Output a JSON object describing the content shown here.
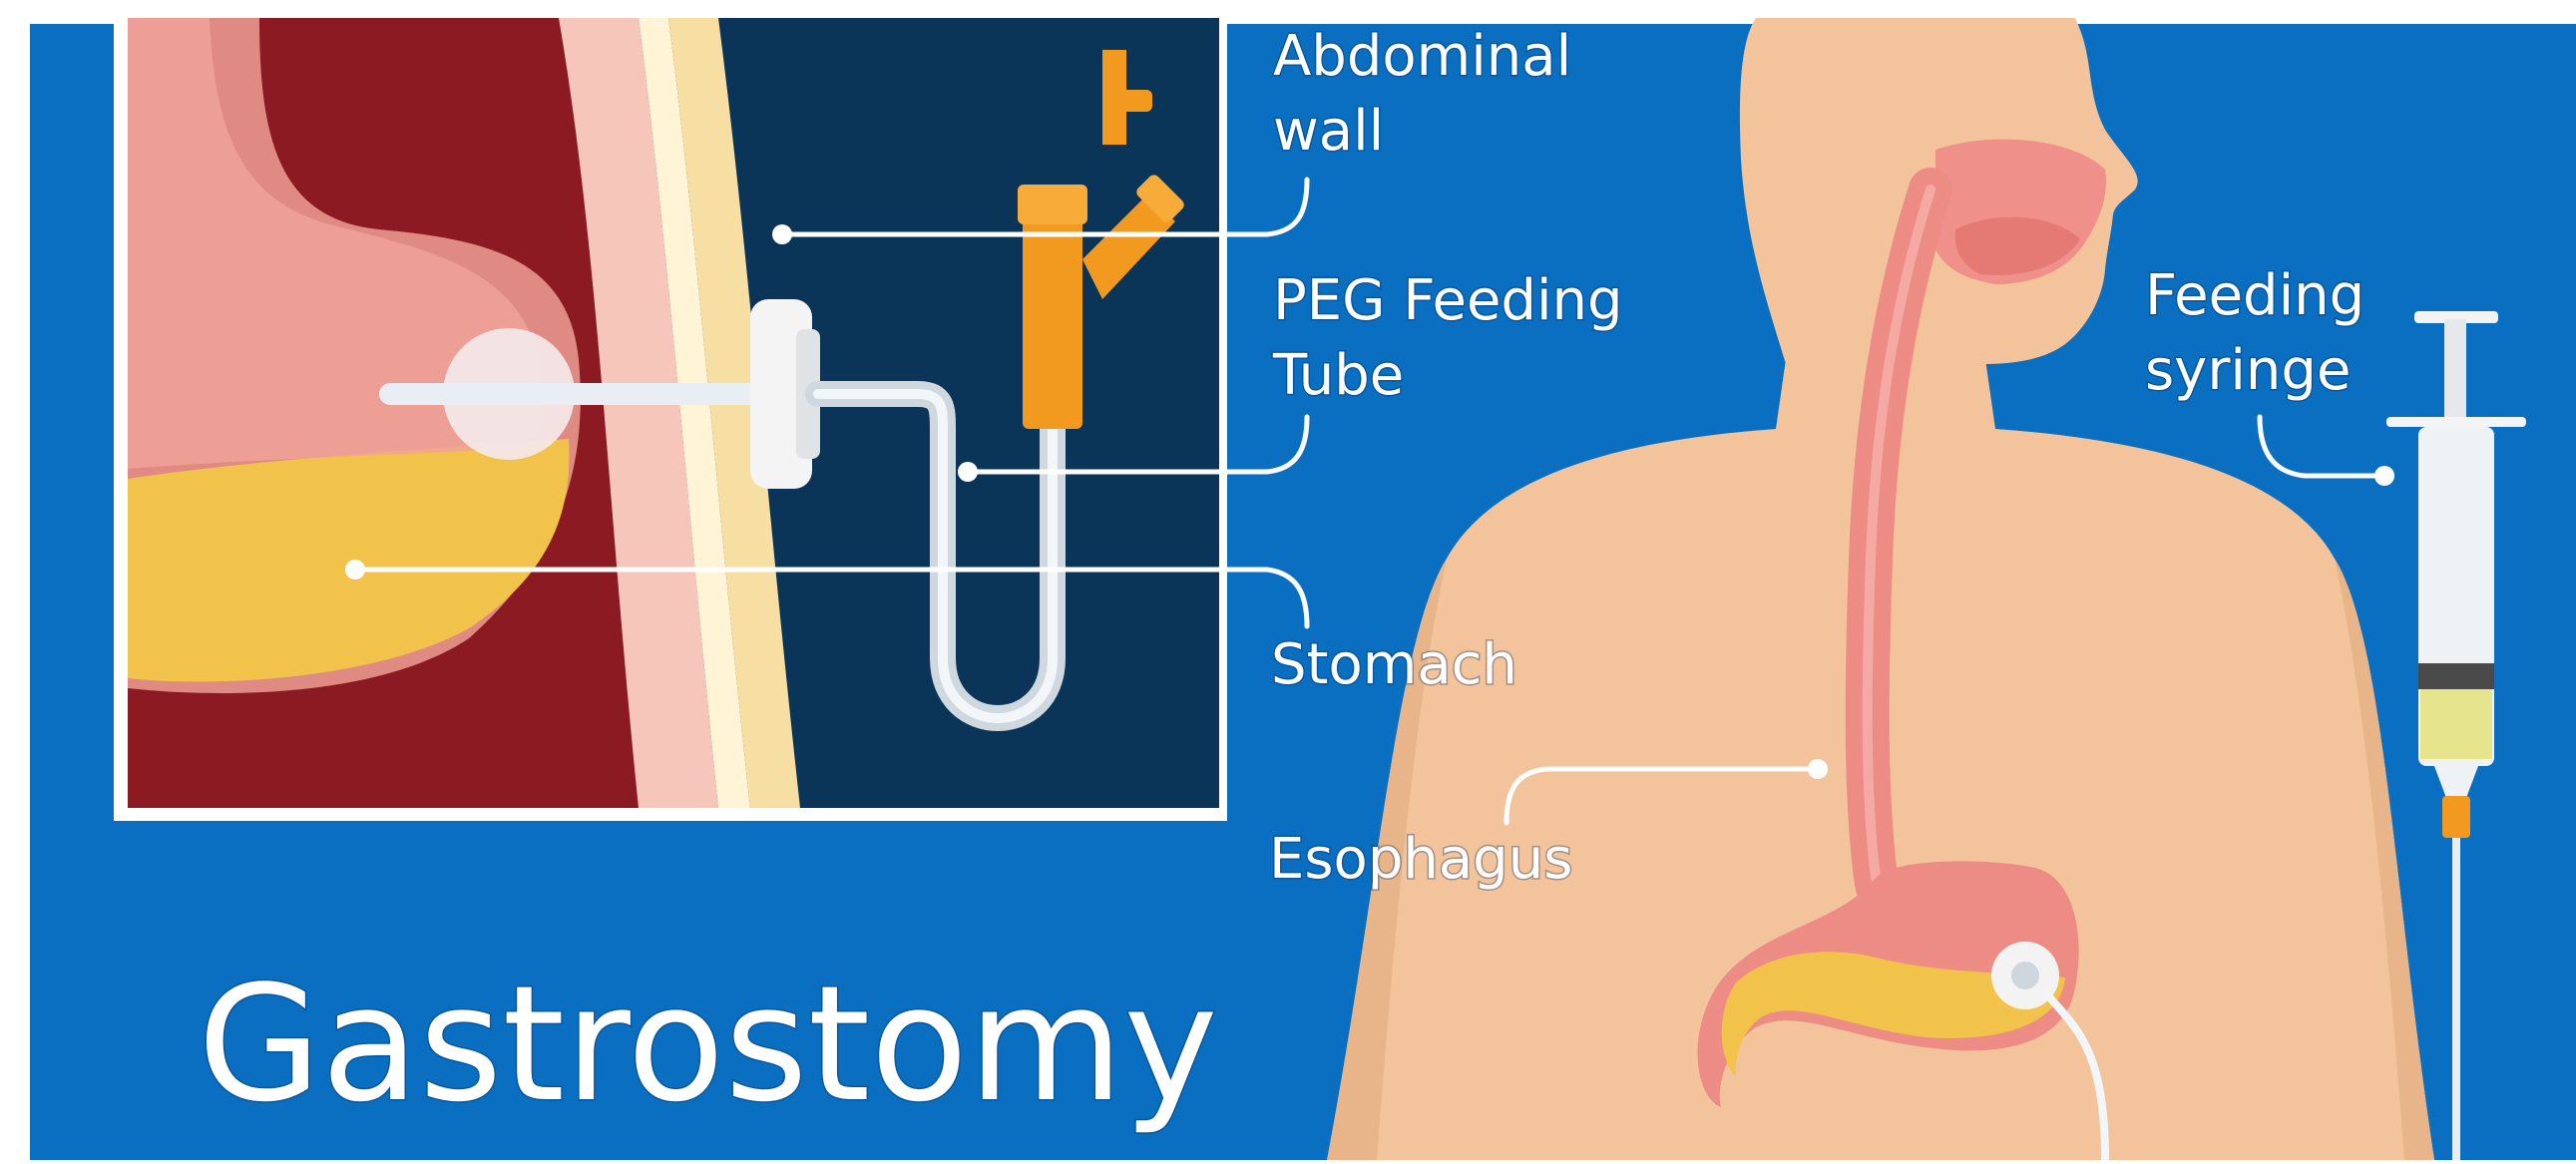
{
  "title": "Gastrostomy",
  "labels": {
    "abdominal_wall": [
      "Abdominal",
      "wall"
    ],
    "peg_tube": [
      "PEG Feeding",
      "Tube"
    ],
    "stomach": "Stomach",
    "esophagus": "Esophagus",
    "syringe": [
      "Feeding",
      "syringe"
    ]
  },
  "colors": {
    "background": "#0a6fc0",
    "inset_dark": "#0b3558",
    "tissue_dark": "#8c1a22",
    "skin": "#f3c49b",
    "esophagus_pink": "#ec8c84",
    "stomach_yellow": "#f2c34a",
    "tube_orange": "#f29a1f"
  }
}
